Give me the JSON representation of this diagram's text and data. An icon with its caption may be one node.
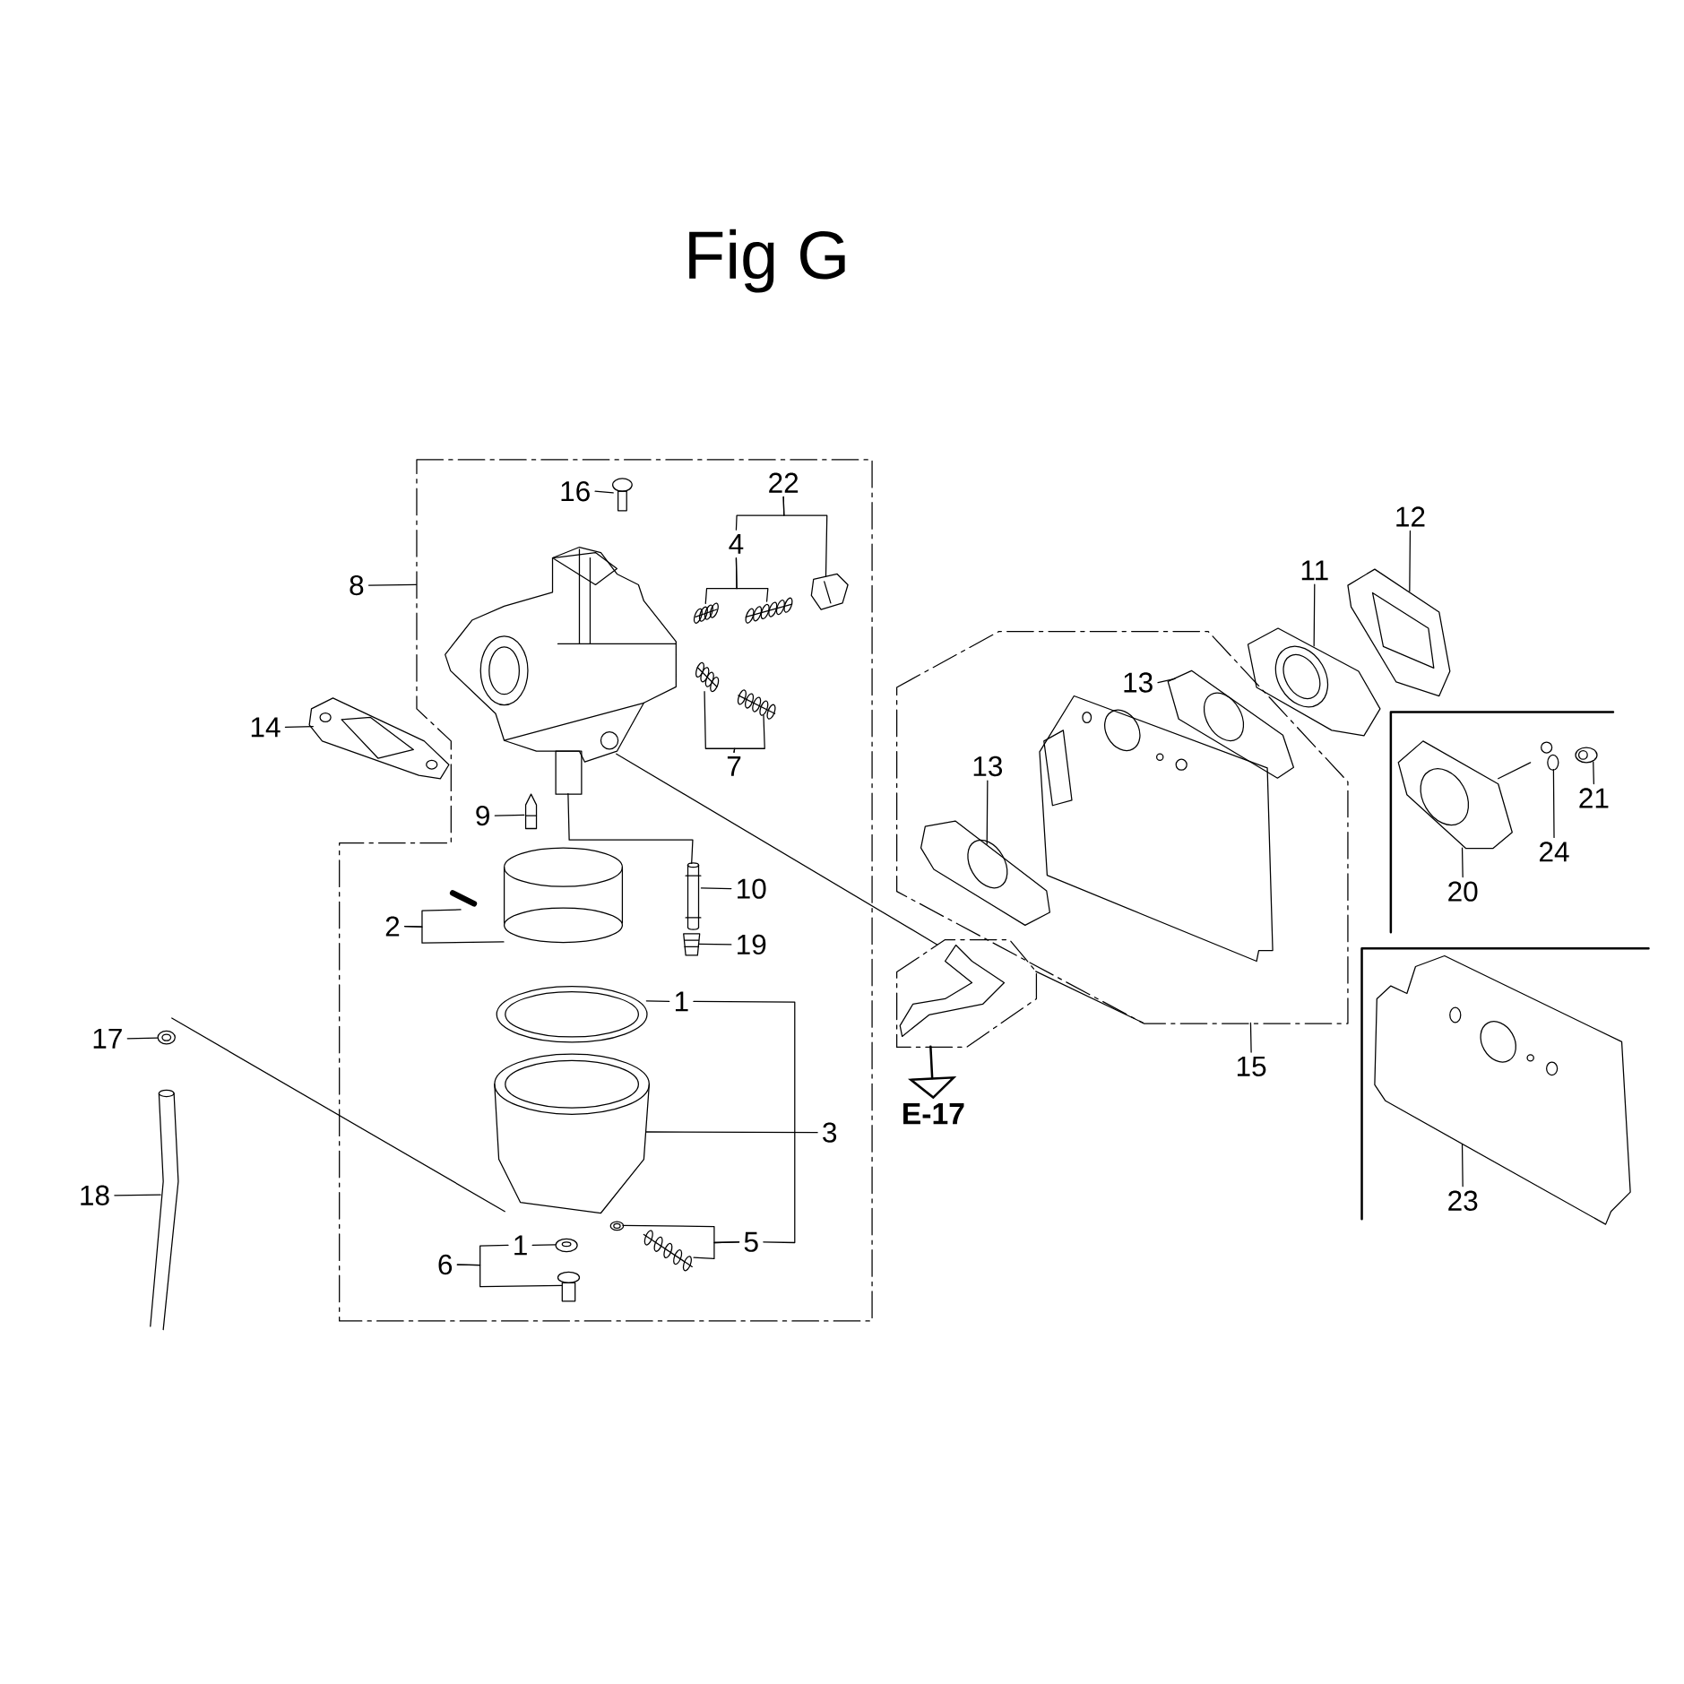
{
  "diagram": {
    "title": "Fig G",
    "nodes": [
      {
        "text": [],
        "shape": "box"
      },
      {
        "text": [
          "16"
        ],
        "in": 0
      },
      {
        "text": [
          "22"
        ],
        "in": 0
      },
      {
        "text": [
          "4"
        ],
        "in": 0
      },
      {
        "text": [
          "8"
        ]
      },
      {
        "text": [
          "7"
        ],
        "in": 0
      },
      {
        "text": [
          "14"
        ]
      },
      {
        "text": [
          "9"
        ],
        "in": 0
      },
      {
        "text": [
          "10"
        ],
        "in": 0
      },
      {
        "text": [
          "2"
        ],
        "in": 0
      },
      {
        "text": [
          "19"
        ],
        "in": 0
      },
      {
        "text": [
          "1"
        ],
        "in": 0
      },
      {
        "text": [
          "3"
        ],
        "in": 0
      },
      {
        "text": [
          "5"
        ],
        "in": 0
      },
      {
        "text": [
          "6"
        ],
        "in": 0
      },
      {
        "text": [
          "1"
        ],
        "in": 0
      },
      {
        "text": [
          "17"
        ]
      },
      {
        "text": [
          "18"
        ]
      },
      {
        "text": [
          "12"
        ]
      },
      {
        "text": [
          "11"
        ]
      },
      {
        "text": [],
        "shape": "box"
      },
      {
        "text": [
          "13"
        ],
        "in": 20
      },
      {
        "text": [
          "13"
        ],
        "in": 20
      },
      {
        "text": [
          "21"
        ]
      },
      {
        "text": [
          "24"
        ]
      },
      {
        "text": [
          "20"
        ]
      },
      {
        "text": [
          "15"
        ]
      },
      {
        "text": [
          "23"
        ]
      },
      {
        "text": [
          "E-17"
        ]
      },
      {
        "text": [],
        "shape": "box"
      },
      {
        "text": [],
        "shape": "picture",
        "in": 0
      },
      {
        "text": [],
        "shape": "picture",
        "in": 0
      },
      {
        "text": [],
        "shape": "picture",
        "in": 0
      },
      {
        "text": [],
        "shape": "picture",
        "in": 0
      },
      {
        "text": [],
        "shape": "picture",
        "in": 0
      },
      {
        "text": [],
        "shape": "picture",
        "in": 0
      },
      {
        "text": [],
        "shape": "picture"
      },
      {
        "text": [],
        "shape": "picture",
        "in": 0
      },
      {
        "text": [],
        "shape": "cylinder",
        "in": 0
      },
      {
        "text": [],
        "shape": "picture",
        "in": 0
      },
      {
        "text": [],
        "shape": "picture",
        "in": 0
      },
      {
        "text": [],
        "shape": "picture",
        "in": 0
      },
      {
        "text": [],
        "shape": "picture",
        "in": 0
      },
      {
        "text": [],
        "shape": "picture",
        "in": 0
      },
      {
        "text": [],
        "shape": "picture",
        "in": 0
      },
      {
        "text": [],
        "shape": "picture",
        "in": 0
      },
      {
        "text": [],
        "shape": "picture",
        "in": 0
      },
      {
        "text": [],
        "shape": "picture",
        "in": 0
      },
      {
        "text": [],
        "shape": "picture"
      },
      {
        "text": [],
        "shape": "picture"
      },
      {
        "text": [],
        "shape": "picture"
      },
      {
        "text": [],
        "shape": "picture"
      },
      {
        "text": [],
        "shape": "picture",
        "in": 20
      },
      {
        "text": [],
        "shape": "picture",
        "in": 20
      },
      {
        "text": [],
        "shape": "picture"
      },
      {
        "text": [],
        "shape": "picture"
      },
      {
        "text": [],
        "shape": "picture"
      },
      {
        "text": [],
        "shape": "picture"
      },
      {
        "text": [],
        "shape": "picture",
        "in": 0
      }
    ],
    "edges": [
      {
        "from": 1,
        "to": 30,
        "arrow": "none"
      },
      {
        "from": 2,
        "to": 3,
        "arrow": "none"
      },
      {
        "from": 2,
        "to": 31,
        "arrow": "none"
      },
      {
        "from": 3,
        "to": 32,
        "arrow": "none"
      },
      {
        "from": 3,
        "to": 33,
        "arrow": "none"
      },
      {
        "from": 4,
        "to": 0,
        "arrow": "none"
      },
      {
        "from": 5,
        "to": 34,
        "arrow": "none"
      },
      {
        "from": 5,
        "to": 35,
        "arrow": "none"
      },
      {
        "from": 6,
        "to": 36,
        "arrow": "none"
      },
      {
        "from": 7,
        "to": 37,
        "arrow": "none"
      },
      {
        "from": 8,
        "to": 38,
        "arrow": "none"
      },
      {
        "from": 9,
        "to": 39,
        "arrow": "none"
      },
      {
        "from": 9,
        "to": 40,
        "arrow": "none"
      },
      {
        "from": 10,
        "to": 41,
        "arrow": "none"
      },
      {
        "from": 11,
        "to": 42,
        "arrow": "none"
      },
      {
        "from": 11,
        "to": 13,
        "arrow": "none"
      },
      {
        "from": 12,
        "to": 43,
        "arrow": "none"
      },
      {
        "from": 13,
        "to": 44,
        "arrow": "none"
      },
      {
        "from": 13,
        "to": 45,
        "arrow": "none"
      },
      {
        "from": 14,
        "to": 15,
        "arrow": "none"
      },
      {
        "from": 14,
        "to": 47,
        "arrow": "none"
      },
      {
        "from": 15,
        "to": 46,
        "arrow": "none"
      },
      {
        "from": 16,
        "to": 48,
        "arrow": "none"
      },
      {
        "from": 17,
        "to": 49,
        "arrow": "none"
      },
      {
        "from": 18,
        "to": 50,
        "arrow": "none"
      },
      {
        "from": 19,
        "to": 51,
        "arrow": "none"
      },
      {
        "from": 21,
        "to": 52,
        "arrow": "none"
      },
      {
        "from": 22,
        "to": 53,
        "arrow": "none"
      },
      {
        "from": 23,
        "to": 56,
        "arrow": "none"
      },
      {
        "from": 24,
        "to": 55,
        "arrow": "none"
      },
      {
        "from": 25,
        "to": 54,
        "arrow": "none"
      },
      {
        "from": 26,
        "to": 20,
        "arrow": "none"
      },
      {
        "from": 27,
        "to": 57,
        "arrow": "none"
      },
      {
        "from": 29,
        "to": 28,
        "arrow": "to"
      },
      {
        "from": 58,
        "to": 29,
        "arrow": "none"
      },
      {
        "from": 29,
        "to": 20,
        "arrow": "none"
      },
      {
        "from": 58,
        "to": 38,
        "arrow": "none"
      }
    ]
  }
}
